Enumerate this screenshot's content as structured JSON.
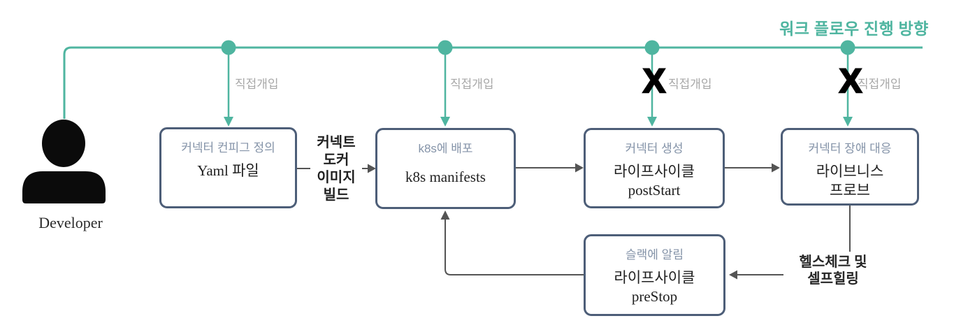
{
  "title": "워크 플로우 진행 방향",
  "colors": {
    "teal": "#4FB5A0",
    "box_border": "#4D5E78",
    "box_title_text": "#8493A8",
    "body_text": "#1F1F1F",
    "arrow_gray": "#545454",
    "intervention_text": "#A8A8A8",
    "x_mark": "#000000"
  },
  "actor": {
    "label": "Developer"
  },
  "interventions": [
    {
      "label": "직접개입",
      "blocked": false
    },
    {
      "label": "직접개입",
      "blocked": false
    },
    {
      "label": "직접개입",
      "blocked": true
    },
    {
      "label": "직접개입",
      "blocked": true
    }
  ],
  "blocked_marker": "X",
  "boxes": [
    {
      "title": "커넥터 컨피그 정의",
      "lines": [
        "Yaml 파일"
      ]
    },
    {
      "title": "k8s에 배포",
      "lines": [
        "k8s manifests"
      ]
    },
    {
      "title": "커넥터 생성",
      "lines": [
        "라이프사이클",
        "postStart"
      ]
    },
    {
      "title": "커넥터 장애 대응",
      "lines": [
        "라이브니스",
        "프로브"
      ]
    },
    {
      "title": "슬랙에 알림",
      "lines": [
        "라이프사이클",
        "preStop"
      ]
    }
  ],
  "edge_labels": {
    "build": [
      "커넥트",
      "도커",
      "이미지",
      "빌드"
    ],
    "healthcheck": [
      "헬스체크 및",
      "셀프힐링"
    ]
  }
}
